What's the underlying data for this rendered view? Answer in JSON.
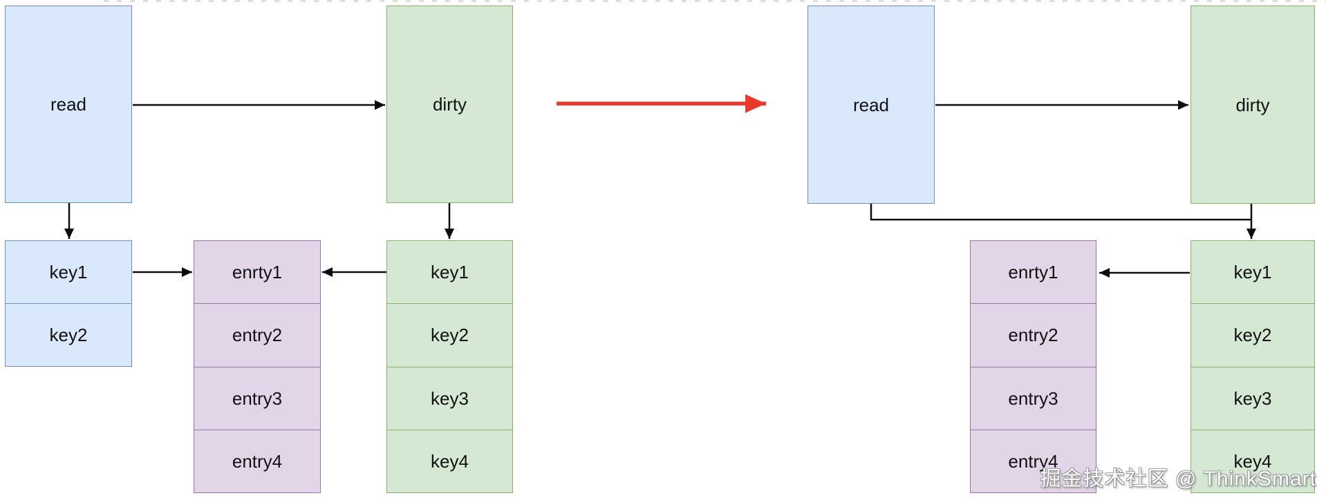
{
  "diagram": {
    "left": {
      "read_box": "read",
      "dirty_box": "dirty",
      "read_keys": [
        "key1",
        "key2"
      ],
      "entry_cells": [
        "enrty1",
        "entry2",
        "entry3",
        "entry4"
      ],
      "dirty_keys": [
        "key1",
        "key2",
        "key3",
        "key4"
      ]
    },
    "right": {
      "read_box": "read",
      "dirty_box": "dirty",
      "entry_cells": [
        "enrty1",
        "entry2",
        "entry3",
        "entry4"
      ],
      "dirty_keys": [
        "key1",
        "key2",
        "key3",
        "key4"
      ]
    }
  },
  "watermark": "掘金技术社区 @ ThinkSmart",
  "colors": {
    "blue_fill": "#dae8fc",
    "blue_stroke": "#6c8ebf",
    "green_fill": "#d5e8d4",
    "green_stroke": "#82b366",
    "purple_fill": "#e1d5e7",
    "purple_stroke": "#9673a6",
    "arrow": "#0d0d0d",
    "transition_arrow": "#e8392b"
  }
}
